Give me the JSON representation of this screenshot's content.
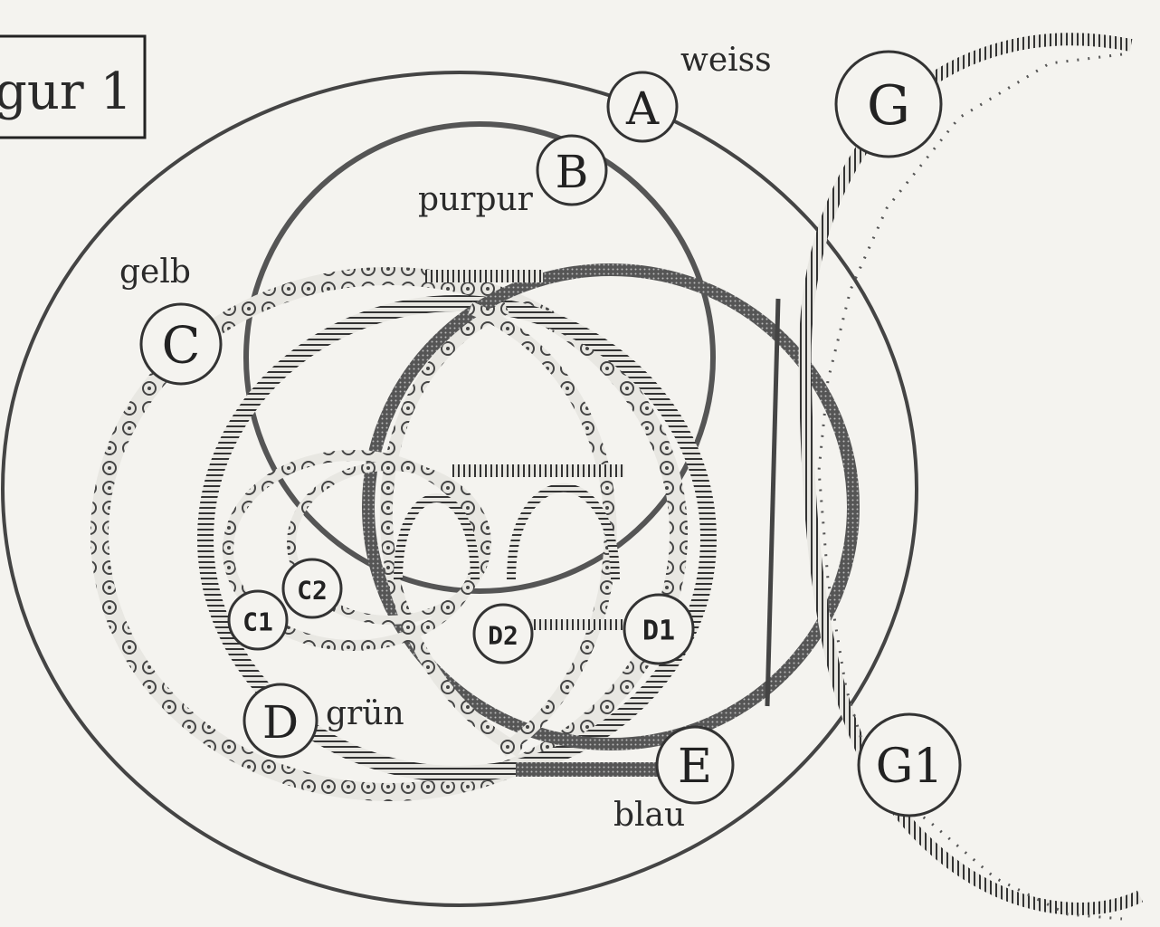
{
  "figure": {
    "title": "gur 1"
  },
  "colors": {
    "ink": "#333333",
    "paper": "#f4f3ef"
  },
  "color_labels": {
    "weiss": "weiss",
    "purpur": "purpur",
    "gelb": "gelb",
    "gruen": "grün",
    "blau": "blau"
  },
  "nodes": {
    "A": "A",
    "B": "B",
    "C": "C",
    "C1": "C1",
    "C2": "C2",
    "D": "D",
    "D1": "D1",
    "D2": "D2",
    "E": "E",
    "G": "G",
    "G1": "G1"
  }
}
